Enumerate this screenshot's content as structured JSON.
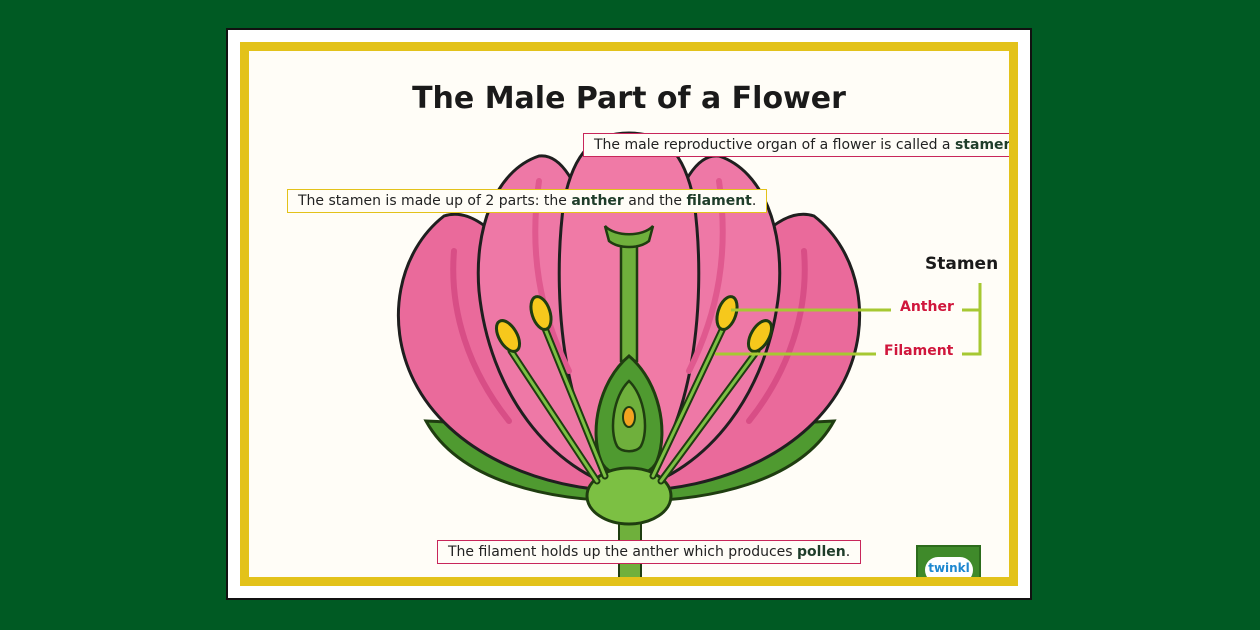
{
  "title": "The Male Part of a Flower",
  "callouts": {
    "organ_pre": "The male reproductive organ of a flower is called a ",
    "organ_bold": "stamen",
    "organ_post": ".",
    "parts_pre": "The stamen is made up of 2 parts: the ",
    "parts_bold1": "anther",
    "parts_mid": " and the ",
    "parts_bold2": "filament",
    "parts_post": ".",
    "pollen_pre": "The filament holds up the anther which produces ",
    "pollen_bold": "pollen",
    "pollen_post": "."
  },
  "labels": {
    "stamen": "Stamen",
    "anther": "Anther",
    "filament": "Filament"
  },
  "logo": {
    "text": "twinkl"
  },
  "colors": {
    "background": "#005a23",
    "frame": "#e3c21a",
    "petal": "#f07aa6",
    "label_red": "#d0163c",
    "leader_line": "#a6c832"
  }
}
